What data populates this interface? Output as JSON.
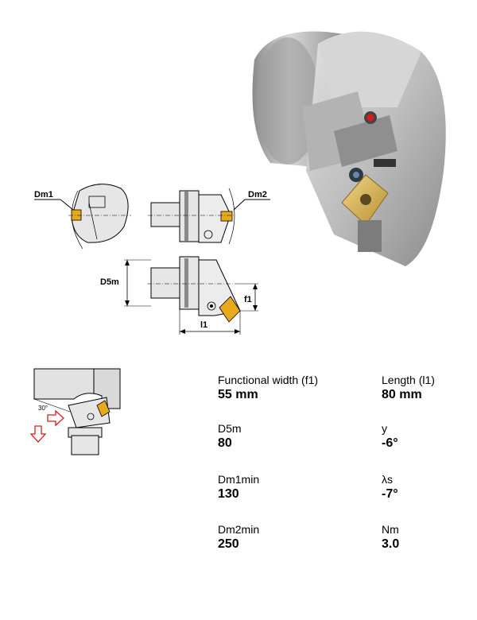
{
  "drawing": {
    "dm1": "Dm1",
    "dm2": "Dm2",
    "d5m": "D5m",
    "f1": "f1",
    "l1": "l1",
    "angle": "30°"
  },
  "specs": [
    {
      "label": "Functional width (f1)",
      "value": "55 mm"
    },
    {
      "label": "Length (l1)",
      "value": "80 mm"
    },
    {
      "label": "D5m",
      "value": "80"
    },
    {
      "label": "y",
      "value": "-6°"
    },
    {
      "label": "Dm1min",
      "value": "130"
    },
    {
      "label": "λs",
      "value": "-7°"
    },
    {
      "label": "Dm2min",
      "value": "250"
    },
    {
      "label": "Nm",
      "value": "3.0"
    }
  ]
}
